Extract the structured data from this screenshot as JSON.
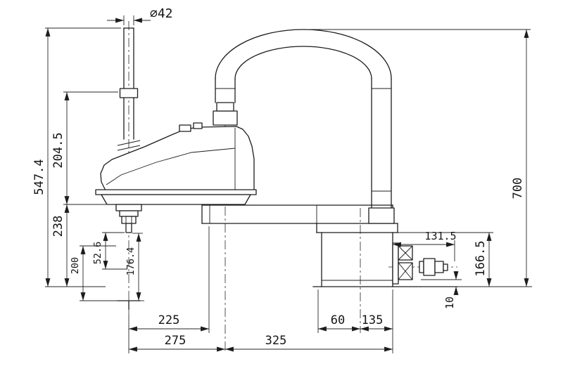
{
  "meta": {
    "background_color": "#ffffff",
    "line_color": "#1c1c1c"
  },
  "dims": {
    "top_shaft_diameter": "∅42",
    "left_outer": "547.4",
    "left_inner_upper": "204.5",
    "left_inner_lower": "238",
    "left_small_1": "200",
    "left_small_2": "52.6",
    "left_small_3": "176.4",
    "right_outer": "700",
    "right_inner": "166.5",
    "right_connector": "131.5",
    "right_small": "10",
    "bottom_row1_left": "225",
    "bottom_row1_mid": "60",
    "bottom_row1_right": "135",
    "bottom_row2_left": "275",
    "bottom_row2_right": "325"
  }
}
